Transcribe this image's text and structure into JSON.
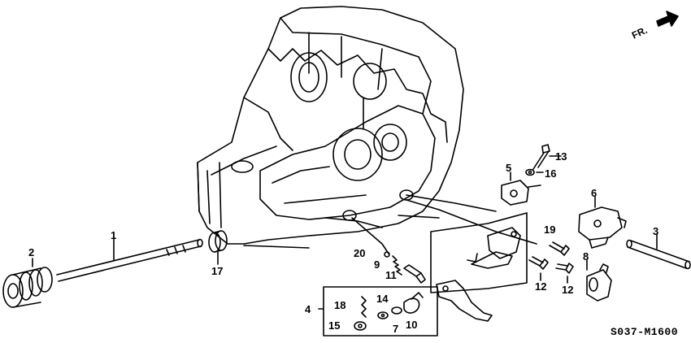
{
  "direction_label": "FR.",
  "diagram_code": "S037-M1600",
  "callouts": {
    "c1": "1",
    "c2": "2",
    "c3": "3",
    "c4": "4",
    "c5": "5",
    "c6": "6",
    "c7": "7",
    "c8": "8",
    "c9": "9",
    "c10": "10",
    "c11": "11",
    "c12a": "12",
    "c12b": "12",
    "c13": "13",
    "c14": "14",
    "c15": "15",
    "c16": "16",
    "c17": "17",
    "c18": "18",
    "c19": "19",
    "c20": "20"
  }
}
